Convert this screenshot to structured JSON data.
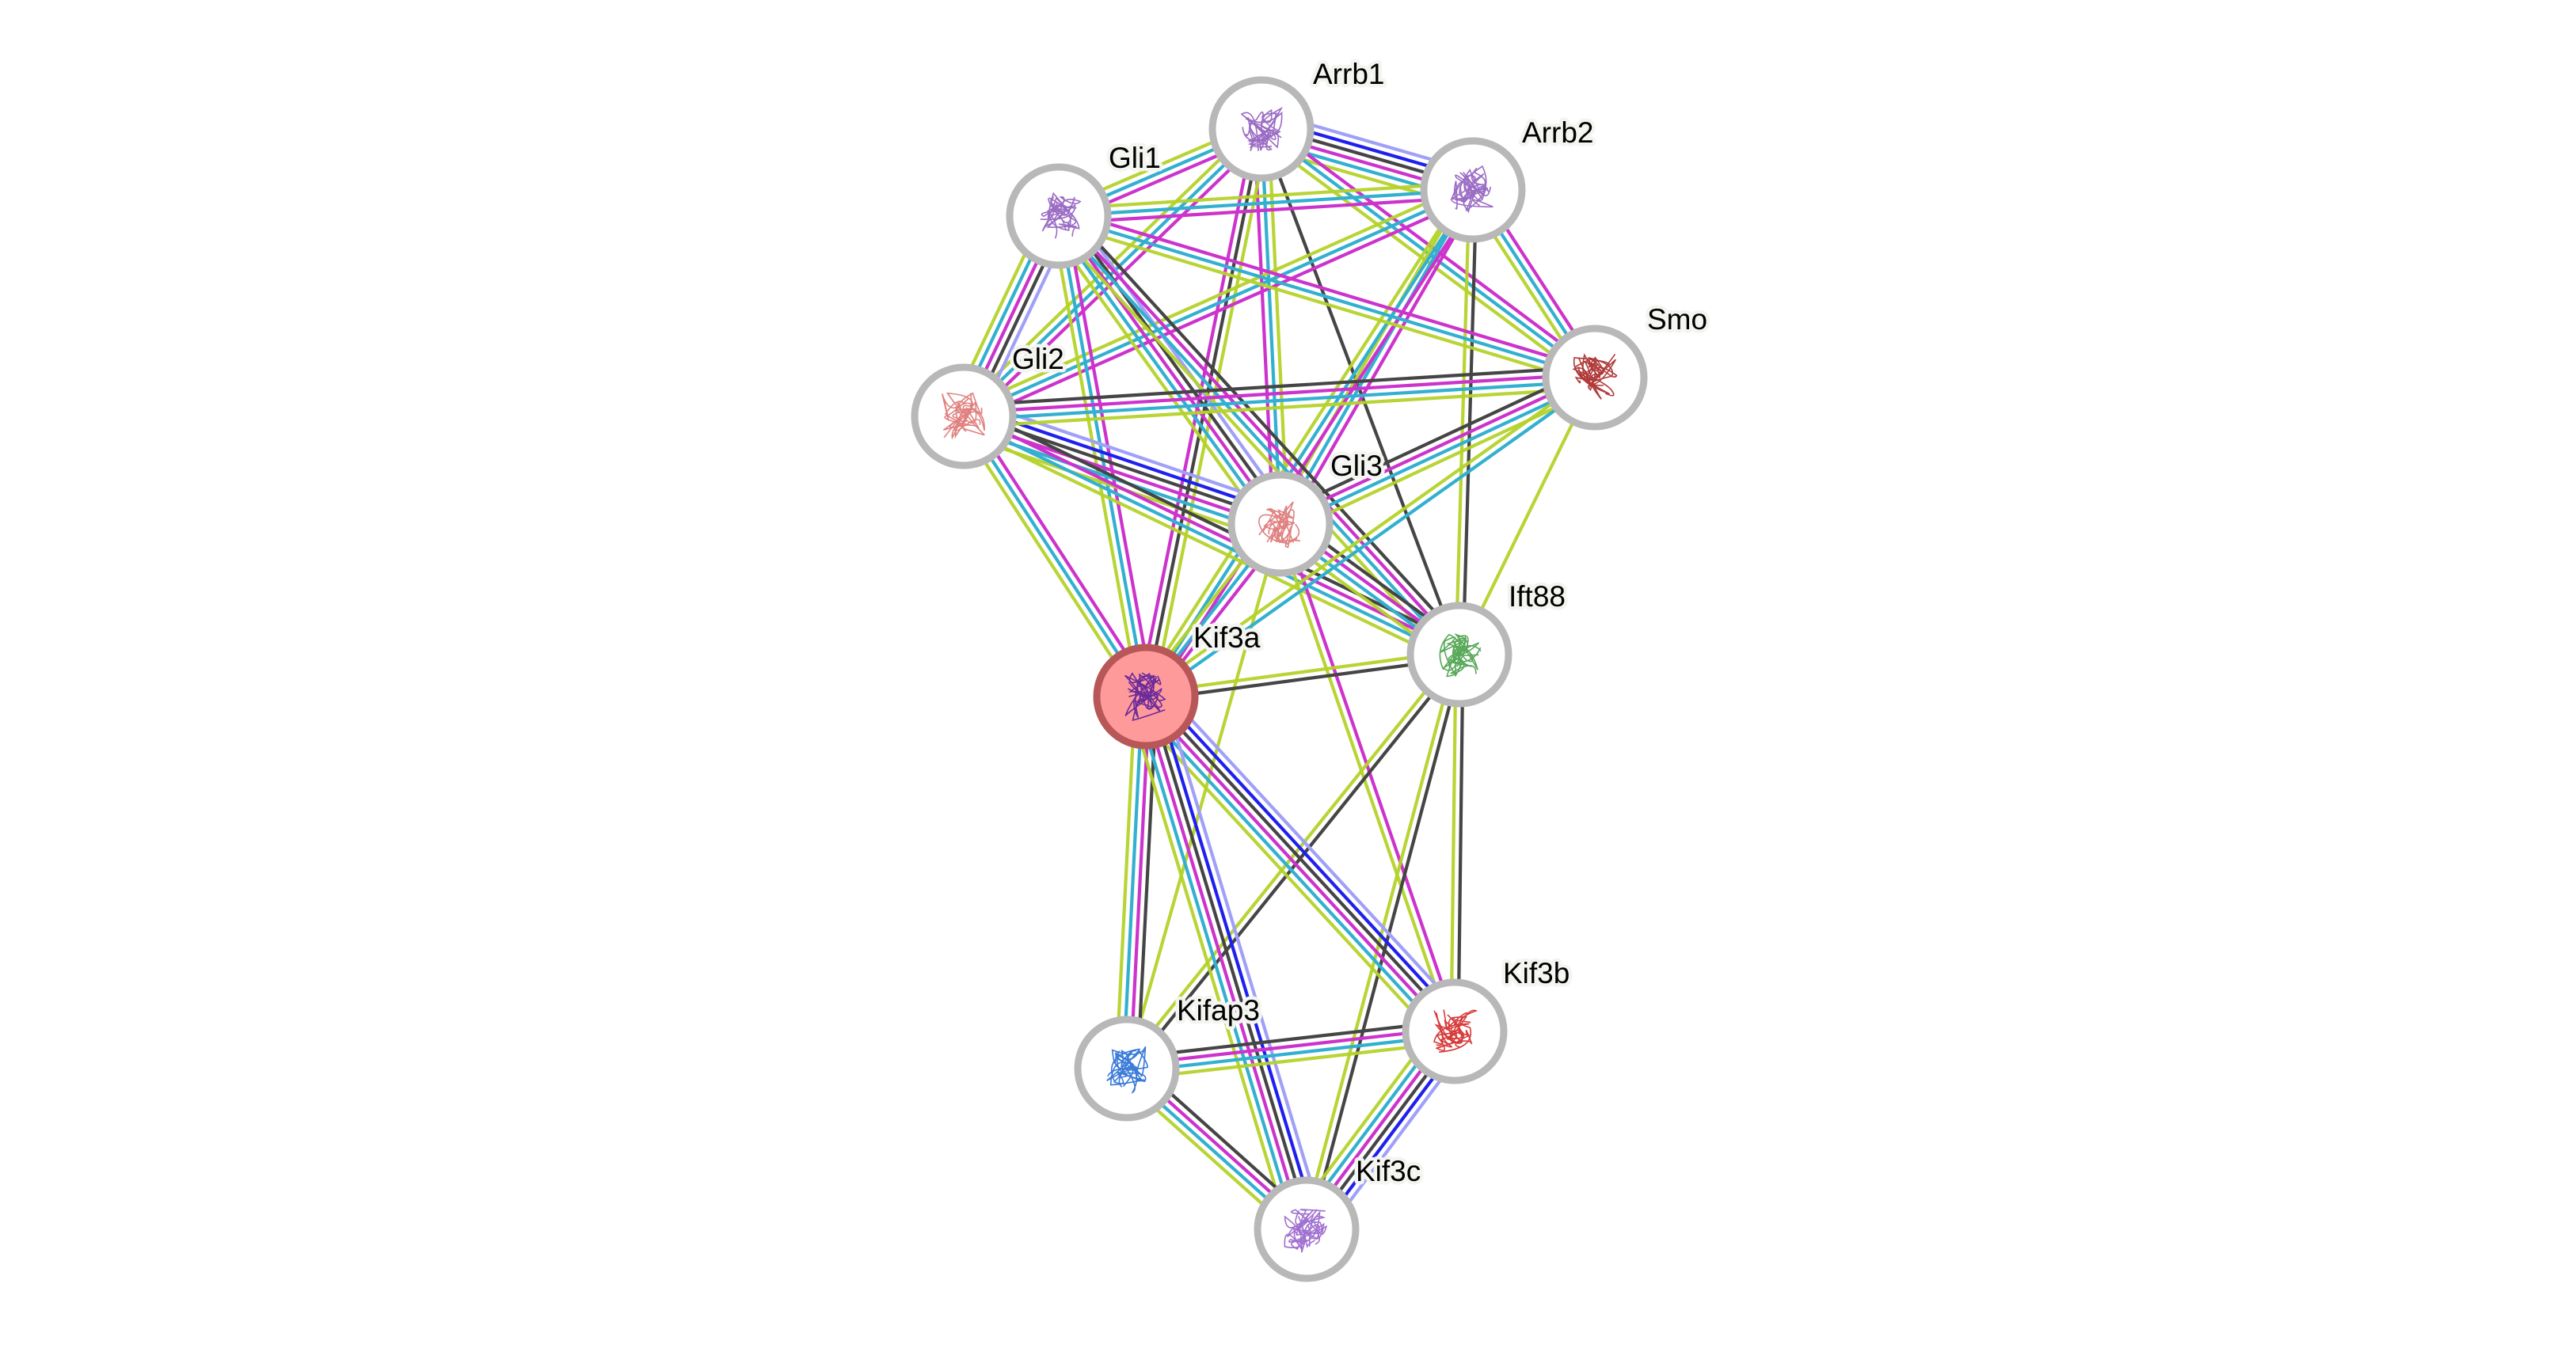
{
  "network": {
    "query_protein": "Kif3a",
    "nodes": [
      {
        "id": "Arrb1",
        "label": "Arrb1",
        "query": false,
        "structure_color": "#9b6cc4"
      },
      {
        "id": "Arrb2",
        "label": "Arrb2",
        "query": false,
        "structure_color": "#9b6cc4"
      },
      {
        "id": "Gli1",
        "label": "Gli1",
        "query": false,
        "structure_color": "#9b6cc4"
      },
      {
        "id": "Gli2",
        "label": "Gli2",
        "query": false,
        "structure_color": "#e08080"
      },
      {
        "id": "Smo",
        "label": "Smo",
        "query": false,
        "structure_color": "#b03a3a"
      },
      {
        "id": "Gli3",
        "label": "Gli3",
        "query": false,
        "structure_color": "#e08080"
      },
      {
        "id": "Ift88",
        "label": "Ift88",
        "query": false,
        "structure_color": "#5aa85a"
      },
      {
        "id": "Kif3a",
        "label": "Kif3a",
        "query": true,
        "structure_color": "#6a2a9a"
      },
      {
        "id": "Kif3b",
        "label": "Kif3b",
        "query": false,
        "structure_color": "#d83a3a"
      },
      {
        "id": "Kifap3",
        "label": "Kifap3",
        "query": false,
        "structure_color": "#3a7ad8"
      },
      {
        "id": "Kif3c",
        "label": "Kif3c",
        "query": false,
        "structure_color": "#a070d0"
      }
    ],
    "evidence_colors": {
      "homology": "#a0a0f8",
      "cooccurrence": "#2020ee",
      "coexpression": "#454545",
      "experiments": "#cc33cc",
      "databases": "#33b0d0",
      "textmining": "#b4d22a"
    },
    "edges": [
      {
        "a": "Arrb1",
        "b": "Arrb2",
        "evidence": [
          "homology",
          "cooccurrence",
          "coexpression",
          "experiments",
          "databases",
          "textmining"
        ]
      },
      {
        "a": "Arrb1",
        "b": "Gli1",
        "evidence": [
          "experiments",
          "databases",
          "textmining"
        ]
      },
      {
        "a": "Arrb1",
        "b": "Gli2",
        "evidence": [
          "experiments",
          "databases",
          "textmining"
        ]
      },
      {
        "a": "Arrb1",
        "b": "Gli3",
        "evidence": [
          "textmining",
          "databases",
          "experiments"
        ]
      },
      {
        "a": "Arrb1",
        "b": "Smo",
        "evidence": [
          "experiments",
          "databases",
          "textmining"
        ]
      },
      {
        "a": "Arrb1",
        "b": "Kif3a",
        "evidence": [
          "textmining",
          "coexpression",
          "experiments"
        ]
      },
      {
        "a": "Arrb1",
        "b": "Ift88",
        "evidence": [
          "coexpression"
        ]
      },
      {
        "a": "Arrb2",
        "b": "Gli1",
        "evidence": [
          "experiments",
          "databases",
          "textmining"
        ]
      },
      {
        "a": "Arrb2",
        "b": "Gli2",
        "evidence": [
          "experiments",
          "databases",
          "textmining"
        ]
      },
      {
        "a": "Arrb2",
        "b": "Gli3",
        "evidence": [
          "experiments",
          "databases",
          "textmining"
        ]
      },
      {
        "a": "Arrb2",
        "b": "Smo",
        "evidence": [
          "experiments",
          "databases",
          "textmining"
        ]
      },
      {
        "a": "Arrb2",
        "b": "Ift88",
        "evidence": [
          "coexpression",
          "textmining"
        ]
      },
      {
        "a": "Arrb2",
        "b": "Kif3a",
        "evidence": [
          "experiments",
          "databases",
          "textmining"
        ]
      },
      {
        "a": "Gli1",
        "b": "Gli2",
        "evidence": [
          "homology",
          "coexpression",
          "experiments",
          "databases",
          "textmining"
        ]
      },
      {
        "a": "Gli1",
        "b": "Gli3",
        "evidence": [
          "homology",
          "coexpression",
          "experiments",
          "databases",
          "textmining"
        ]
      },
      {
        "a": "Gli1",
        "b": "Smo",
        "evidence": [
          "experiments",
          "databases",
          "textmining"
        ]
      },
      {
        "a": "Gli1",
        "b": "Ift88",
        "evidence": [
          "coexpression",
          "experiments",
          "databases",
          "textmining"
        ]
      },
      {
        "a": "Gli1",
        "b": "Kif3a",
        "evidence": [
          "experiments",
          "databases",
          "textmining"
        ]
      },
      {
        "a": "Gli2",
        "b": "Gli3",
        "evidence": [
          "homology",
          "cooccurrence",
          "coexpression",
          "experiments",
          "databases",
          "textmining"
        ]
      },
      {
        "a": "Gli2",
        "b": "Smo",
        "evidence": [
          "coexpression",
          "experiments",
          "databases",
          "textmining"
        ]
      },
      {
        "a": "Gli2",
        "b": "Ift88",
        "evidence": [
          "coexpression",
          "experiments",
          "databases",
          "textmining"
        ]
      },
      {
        "a": "Gli2",
        "b": "Kif3a",
        "evidence": [
          "experiments",
          "databases",
          "textmining"
        ]
      },
      {
        "a": "Gli3",
        "b": "Smo",
        "evidence": [
          "coexpression",
          "experiments",
          "databases",
          "textmining"
        ]
      },
      {
        "a": "Gli3",
        "b": "Ift88",
        "evidence": [
          "coexpression",
          "experiments",
          "databases",
          "textmining"
        ]
      },
      {
        "a": "Gli3",
        "b": "Kif3a",
        "evidence": [
          "experiments",
          "databases",
          "textmining"
        ]
      },
      {
        "a": "Gli3",
        "b": "Kif3b",
        "evidence": [
          "experiments",
          "textmining"
        ]
      },
      {
        "a": "Gli3",
        "b": "Kifap3",
        "evidence": [
          "textmining"
        ]
      },
      {
        "a": "Smo",
        "b": "Ift88",
        "evidence": [
          "textmining"
        ]
      },
      {
        "a": "Smo",
        "b": "Kif3a",
        "evidence": [
          "databases",
          "textmining"
        ]
      },
      {
        "a": "Ift88",
        "b": "Kif3a",
        "evidence": [
          "coexpression",
          "textmining"
        ]
      },
      {
        "a": "Ift88",
        "b": "Kifap3",
        "evidence": [
          "coexpression",
          "textmining"
        ]
      },
      {
        "a": "Ift88",
        "b": "Kif3b",
        "evidence": [
          "coexpression",
          "textmining"
        ]
      },
      {
        "a": "Ift88",
        "b": "Kif3c",
        "evidence": [
          "coexpression",
          "textmining"
        ]
      },
      {
        "a": "Kif3a",
        "b": "Kifap3",
        "evidence": [
          "coexpression",
          "experiments",
          "databases",
          "textmining"
        ]
      },
      {
        "a": "Kif3a",
        "b": "Kif3b",
        "evidence": [
          "homology",
          "cooccurrence",
          "coexpression",
          "experiments",
          "databases",
          "textmining"
        ]
      },
      {
        "a": "Kif3a",
        "b": "Kif3c",
        "evidence": [
          "homology",
          "cooccurrence",
          "coexpression",
          "experiments",
          "databases",
          "textmining"
        ]
      },
      {
        "a": "Kifap3",
        "b": "Kif3b",
        "evidence": [
          "coexpression",
          "experiments",
          "databases",
          "textmining"
        ]
      },
      {
        "a": "Kifap3",
        "b": "Kif3c",
        "evidence": [
          "coexpression",
          "experiments",
          "databases",
          "textmining"
        ]
      },
      {
        "a": "Kif3b",
        "b": "Kif3c",
        "evidence": [
          "homology",
          "cooccurrence",
          "coexpression",
          "experiments",
          "databases",
          "textmining"
        ]
      }
    ]
  }
}
